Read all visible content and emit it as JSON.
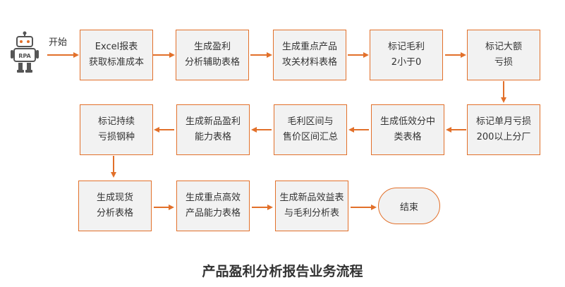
{
  "colors": {
    "accent": "#e2702a",
    "box_fill": "#f2f2f2",
    "text": "#333333"
  },
  "start": {
    "icon": "rpa-robot-icon",
    "icon_text": "RPA",
    "label": "开始"
  },
  "steps": [
    {
      "lines": [
        "Excel报表",
        "获取标准成本"
      ]
    },
    {
      "lines": [
        "生成盈利",
        "分析辅助表格"
      ]
    },
    {
      "lines": [
        "生成重点产品",
        "攻关材料表格"
      ]
    },
    {
      "lines": [
        "标记毛利",
        "2小于0"
      ]
    },
    {
      "lines": [
        "标记大额",
        "亏损"
      ]
    },
    {
      "lines": [
        "标记单月亏损",
        "200以上分厂"
      ]
    },
    {
      "lines": [
        "生成低效分中",
        "类表格"
      ]
    },
    {
      "lines": [
        "毛利区间与",
        "售价区间汇总"
      ]
    },
    {
      "lines": [
        "生成新品盈利",
        "能力表格"
      ]
    },
    {
      "lines": [
        "标记持续",
        "亏损钢种"
      ]
    },
    {
      "lines": [
        "生成现货",
        "分析表格"
      ]
    },
    {
      "lines": [
        "生成重点高效",
        "产品能力表格"
      ]
    },
    {
      "lines": [
        "生成新品效益表",
        "与毛利分析表"
      ]
    }
  ],
  "end": {
    "label": "结束"
  },
  "title": "产品盈利分析报告业务流程"
}
